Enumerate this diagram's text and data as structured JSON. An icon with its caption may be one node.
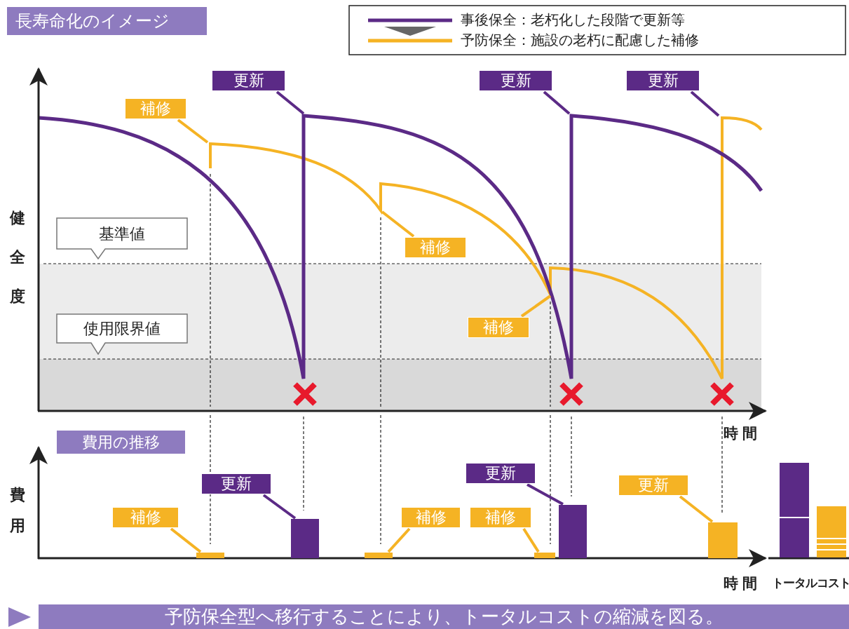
{
  "diagram": {
    "title": "長寿命化のイメージ",
    "caption": "予防保全型へ移行することにより、トータルコストの縮減を図る。",
    "nodes": [
      {
        "text": [
          "更新"
        ]
      },
      {
        "text": [
          "更新"
        ]
      },
      {
        "text": [
          "更新"
        ]
      },
      {
        "text": [
          "補修"
        ]
      },
      {
        "text": [
          "基準値"
        ]
      },
      {
        "text": [
          "補修"
        ]
      },
      {
        "text": [
          "補修"
        ]
      },
      {
        "text": [
          "使用限界値"
        ]
      },
      {
        "text": [
          "費用の推移"
        ]
      },
      {
        "text": [
          "更新"
        ]
      },
      {
        "text": [
          "更新"
        ]
      },
      {
        "text": [
          "更新"
        ]
      },
      {
        "text": [
          "補修"
        ]
      },
      {
        "text": [
          "補修"
        ]
      },
      {
        "text": [
          "補修"
        ]
      },
      {
        "text": [],
        "shape": "bar"
      },
      {
        "text": [],
        "shape": "bar"
      },
      {
        "text": [],
        "shape": "bar"
      },
      {
        "text": [],
        "shape": "bar"
      },
      {
        "text": [],
        "shape": "bar"
      },
      {
        "text": [],
        "shape": "bar"
      }
    ],
    "edges": [
      {
        "from": 0,
        "to": null,
        "arrow": "none",
        "color": "#5b2a86"
      },
      {
        "from": 1,
        "to": null,
        "arrow": "none",
        "color": "#5b2a86"
      },
      {
        "from": 2,
        "to": null,
        "arrow": "none",
        "color": "#5b2a86"
      },
      {
        "from": 3,
        "to": null,
        "arrow": "none"
      },
      {
        "from": 5,
        "to": null,
        "arrow": "none"
      },
      {
        "from": 6,
        "to": null,
        "arrow": "none"
      },
      {
        "from": 9,
        "to": 16,
        "arrow": "none",
        "color": "#5b2a86"
      },
      {
        "from": 10,
        "to": 19,
        "arrow": "none",
        "color": "#5b2a86"
      },
      {
        "from": 11,
        "to": 20,
        "arrow": "none"
      },
      {
        "from": 12,
        "to": 15,
        "arrow": "none"
      },
      {
        "from": 13,
        "to": 17,
        "arrow": "none"
      },
      {
        "from": 14,
        "to": 18,
        "arrow": "none"
      }
    ],
    "labels": [
      "健全度",
      "時間",
      "費用",
      "時間",
      "トータルコスト"
    ],
    "legend": [
      {
        "text": "事後保全：老朽化した段階で更新等"
      },
      {
        "text": "予防保全：施設の老朽に配慮した補修"
      }
    ]
  }
}
